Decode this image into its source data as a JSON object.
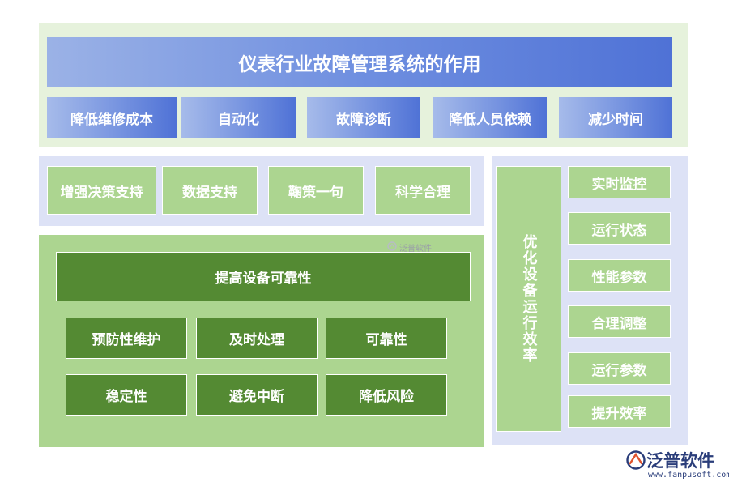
{
  "title": "仪表行业故障管理系统的作用",
  "top_items": [
    "降低维修成本",
    "自动化",
    "故障诊断",
    "降低人员依赖",
    "减少时间"
  ],
  "mid_items": [
    "增强决策支持",
    "数据支持",
    "鞠策一句",
    "科学合理"
  ],
  "bottom": {
    "header": "提高设备可靠性",
    "row1": [
      "预防性维护",
      "及时处理",
      "可靠性"
    ],
    "row2": [
      "稳定性",
      "避免中断",
      "降低风险"
    ]
  },
  "right": {
    "vertical": "优化设备运行效率",
    "items": [
      "实时监控",
      "运行状态",
      "性能参数",
      "合理调整",
      "运行参数",
      "提升效率"
    ]
  },
  "watermark": "泛普软件",
  "logo": {
    "name": "泛普软件",
    "url": "www.fanpusoft.com"
  },
  "colors": {
    "blue_accent": "#4f72d6",
    "light_green": "#acd590",
    "dark_green": "#548a33",
    "panel_green": "#e6f2dc",
    "panel_lavender": "#dde2f6",
    "logo_navy": "#2a3d7a"
  }
}
